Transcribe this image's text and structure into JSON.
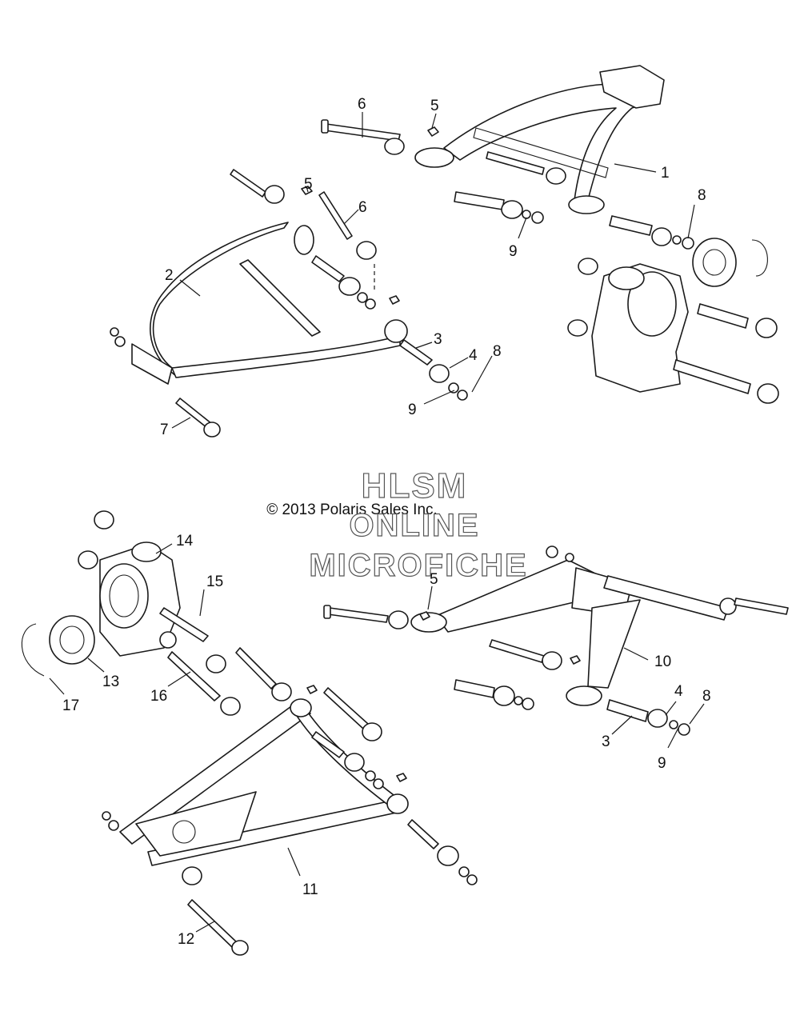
{
  "watermark": {
    "line1": "HLSM",
    "line2": "ONLINE",
    "line3": "MICROFICHE",
    "copyright": "© 2013 Polaris Sales Inc."
  },
  "callouts": {
    "c1": "1",
    "c2": "2",
    "c3a": "3",
    "c3b": "3",
    "c4a": "4",
    "c4b": "4",
    "c5a": "5",
    "c5b": "5",
    "c5c": "5",
    "c6a": "6",
    "c6b": "6",
    "c7": "7",
    "c8a": "8",
    "c8b": "8",
    "c8c": "8",
    "c9a": "9",
    "c9b": "9",
    "c9c": "9",
    "c10": "10",
    "c11": "11",
    "c12": "12",
    "c13": "13",
    "c14": "14",
    "c15": "15",
    "c16": "16",
    "c17": "17"
  }
}
